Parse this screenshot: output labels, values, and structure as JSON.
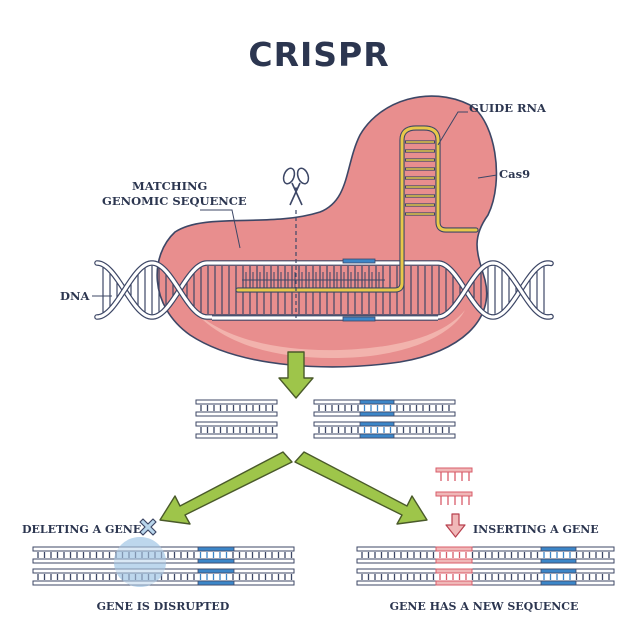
{
  "title": "CRISPR",
  "labels": {
    "guide_rna": "GUIDE RNA",
    "cas9": "Cas9",
    "matching_line1": "MATCHING",
    "matching_line2": "GENOMIC SEQUENCE",
    "dna": "DNA",
    "deleting": "DELETING A GENE",
    "inserting": "INSERTING A GENE",
    "disrupted": "GENE IS DISRUPTED",
    "new_sequence": "GENE HAS A NEW SEQUENCE"
  },
  "colors": {
    "text": "#2c3650",
    "outline": "#3d4766",
    "dna_fill": "#ffffff",
    "cas9_fill": "#e88e8e",
    "cas9_inner": "#f2b3ad",
    "guide_rna": "#e8c84a",
    "target_seq": "#3c86c8",
    "insert_seq": "#d85c6a",
    "insert_fill": "#f0b8b8",
    "arrow_fill": "#9ec54a",
    "arrow_stroke": "#4a5a2a",
    "disrupt_fill": "#b9d6ec"
  },
  "icons": {
    "scissors": "scissors-icon",
    "cross": "cross-icon"
  }
}
